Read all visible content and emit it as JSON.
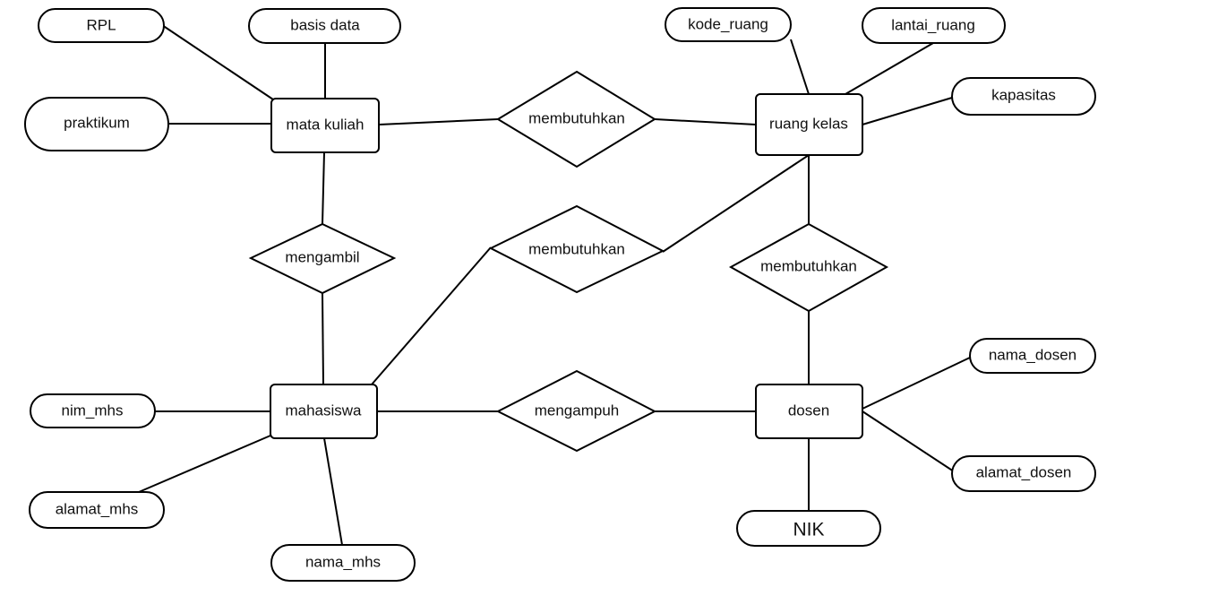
{
  "diagram": {
    "entities": {
      "mata_kuliah": "mata kuliah",
      "ruang_kelas": "ruang kelas",
      "mahasiswa": "mahasiswa",
      "dosen": "dosen"
    },
    "relationships": {
      "rel_mk_rk": "membutuhkan",
      "rel_mhs_rk": "membutuhkan",
      "rel_rk_dosen": "membutuhkan",
      "rel_mk_mhs": "mengambil",
      "rel_mhs_dosen": "mengampuh"
    },
    "attributes": {
      "rpl": "RPL",
      "basis_data": "basis data",
      "praktikum": "praktikum",
      "kode_ruang": "kode_ruang",
      "lantai_ruang": "lantai_ruang",
      "kapasitas": "kapasitas",
      "nim_mhs": "nim_mhs",
      "alamat_mhs": "alamat_mhs",
      "nama_mhs": "nama_mhs",
      "nama_dosen": "nama_dosen",
      "alamat_dosen": "alamat_dosen",
      "nik": "NIK"
    }
  }
}
